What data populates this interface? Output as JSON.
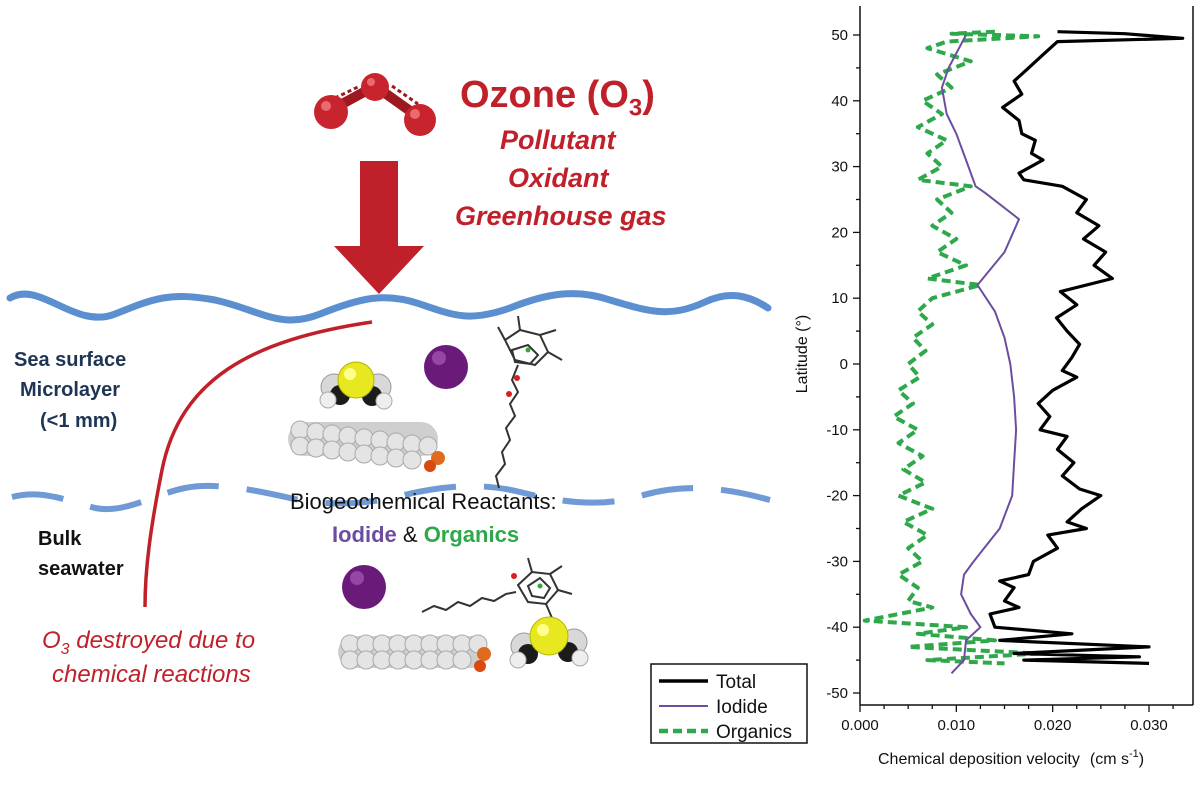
{
  "diagram": {
    "title_main": "Ozone (O",
    "title_sub": "3",
    "title_close": ")",
    "roles": [
      "Pollutant",
      "Oxidant",
      "Greenhouse gas"
    ],
    "microlayer_lines": [
      "Sea surface",
      "Microlayer",
      "(<1 mm)"
    ],
    "bulk_lines": [
      "Bulk",
      "seawater"
    ],
    "reactants_heading": "Biogeochemical Reactants:",
    "reactant_iodide": "Iodide",
    "reactant_amp": " & ",
    "reactant_organics": "Organics",
    "destroyed_pre": "O",
    "destroyed_sub": "3",
    "destroyed_line1": " destroyed due to",
    "destroyed_line2": "chemical reactions"
  },
  "colors": {
    "ozone_red": "#c0202a",
    "water_blue": "#5b8fd0",
    "iodide_purple": "#6b4ea0",
    "organics_green": "#2ea84a",
    "total_black": "#000000"
  },
  "chart_data": {
    "type": "line",
    "orientation": "vertical-profile",
    "xlabel": "Chemical deposition velocity",
    "xunit_base": "(cm s",
    "xunit_exp": "-1",
    "xunit_close": ")",
    "ylabel": "Latitude (°)",
    "xlim": [
      0.0,
      0.034
    ],
    "ylim": [
      -50,
      52
    ],
    "xticks": [
      0.0,
      0.01,
      0.02,
      0.03
    ],
    "xtick_labels": [
      "0.000",
      "0.010",
      "0.020",
      "0.030"
    ],
    "yticks": [
      -50,
      -40,
      -30,
      -20,
      -10,
      0,
      10,
      20,
      30,
      40,
      50
    ],
    "ytick_labels": [
      "-50",
      "-40",
      "-30",
      "-20",
      "-10",
      "0",
      "10",
      "20",
      "30",
      "40",
      "50"
    ],
    "legend_position": "bottom-left",
    "series": [
      {
        "name": "Total",
        "color": "#000000",
        "style": "solid",
        "points": [
          [
            0.0205,
            50.5
          ],
          [
            0.0275,
            50.2
          ],
          [
            0.0335,
            49.5
          ],
          [
            0.0205,
            49
          ],
          [
            0.019,
            47
          ],
          [
            0.0175,
            45
          ],
          [
            0.016,
            43
          ],
          [
            0.0168,
            41
          ],
          [
            0.0148,
            39
          ],
          [
            0.0165,
            37
          ],
          [
            0.0168,
            35
          ],
          [
            0.0182,
            34
          ],
          [
            0.0178,
            32
          ],
          [
            0.019,
            31
          ],
          [
            0.0165,
            29
          ],
          [
            0.017,
            28
          ],
          [
            0.021,
            27
          ],
          [
            0.0235,
            25
          ],
          [
            0.0225,
            23
          ],
          [
            0.0248,
            21
          ],
          [
            0.0232,
            19
          ],
          [
            0.0255,
            17
          ],
          [
            0.0243,
            15
          ],
          [
            0.0262,
            13
          ],
          [
            0.0208,
            11
          ],
          [
            0.0225,
            9
          ],
          [
            0.0204,
            7
          ],
          [
            0.0215,
            5
          ],
          [
            0.0228,
            3
          ],
          [
            0.022,
            1
          ],
          [
            0.021,
            -1
          ],
          [
            0.0225,
            -2
          ],
          [
            0.02,
            -4
          ],
          [
            0.0185,
            -6
          ],
          [
            0.0197,
            -8
          ],
          [
            0.0187,
            -10
          ],
          [
            0.0215,
            -11
          ],
          [
            0.0205,
            -13
          ],
          [
            0.0222,
            -15
          ],
          [
            0.021,
            -17
          ],
          [
            0.0228,
            -19
          ],
          [
            0.025,
            -20
          ],
          [
            0.023,
            -22
          ],
          [
            0.0215,
            -24
          ],
          [
            0.0235,
            -25
          ],
          [
            0.0195,
            -26
          ],
          [
            0.0205,
            -28
          ],
          [
            0.018,
            -30
          ],
          [
            0.0175,
            -32
          ],
          [
            0.0145,
            -33
          ],
          [
            0.016,
            -34
          ],
          [
            0.015,
            -36
          ],
          [
            0.0165,
            -37
          ],
          [
            0.0135,
            -38
          ],
          [
            0.014,
            -40
          ],
          [
            0.022,
            -41
          ],
          [
            0.0145,
            -42
          ],
          [
            0.03,
            -43
          ],
          [
            0.016,
            -44
          ],
          [
            0.029,
            -44.5
          ],
          [
            0.017,
            -45
          ],
          [
            0.03,
            -45.5
          ]
        ]
      },
      {
        "name": "Iodide",
        "color": "#6b4ea0",
        "style": "solid",
        "points": [
          [
            0.011,
            50
          ],
          [
            0.0092,
            45
          ],
          [
            0.0085,
            42
          ],
          [
            0.009,
            38
          ],
          [
            0.01,
            35
          ],
          [
            0.011,
            31
          ],
          [
            0.012,
            27
          ],
          [
            0.013,
            26
          ],
          [
            0.0165,
            22
          ],
          [
            0.015,
            17
          ],
          [
            0.0122,
            12
          ],
          [
            0.014,
            8
          ],
          [
            0.015,
            4
          ],
          [
            0.0156,
            0
          ],
          [
            0.016,
            -5
          ],
          [
            0.0162,
            -10
          ],
          [
            0.016,
            -15
          ],
          [
            0.0158,
            -20
          ],
          [
            0.0145,
            -25
          ],
          [
            0.0118,
            -30
          ],
          [
            0.0108,
            -32
          ],
          [
            0.0105,
            -35
          ],
          [
            0.0115,
            -38
          ],
          [
            0.0125,
            -40
          ],
          [
            0.011,
            -42
          ],
          [
            0.0108,
            -45
          ],
          [
            0.0095,
            -47
          ]
        ]
      },
      {
        "name": "Organics",
        "color": "#2ea84a",
        "style": "dashed",
        "points": [
          [
            0.014,
            50.5
          ],
          [
            0.0095,
            50.2
          ],
          [
            0.0185,
            49.8
          ],
          [
            0.009,
            49
          ],
          [
            0.007,
            48
          ],
          [
            0.0115,
            46
          ],
          [
            0.008,
            44
          ],
          [
            0.0095,
            42
          ],
          [
            0.0065,
            40
          ],
          [
            0.0085,
            38
          ],
          [
            0.006,
            36
          ],
          [
            0.009,
            34
          ],
          [
            0.007,
            32
          ],
          [
            0.0085,
            30
          ],
          [
            0.006,
            28
          ],
          [
            0.0115,
            27
          ],
          [
            0.008,
            25
          ],
          [
            0.0095,
            23
          ],
          [
            0.0075,
            21
          ],
          [
            0.01,
            19
          ],
          [
            0.008,
            17
          ],
          [
            0.011,
            15
          ],
          [
            0.007,
            13
          ],
          [
            0.0125,
            12
          ],
          [
            0.0075,
            10
          ],
          [
            0.006,
            8
          ],
          [
            0.0075,
            6
          ],
          [
            0.0055,
            4
          ],
          [
            0.0068,
            2
          ],
          [
            0.005,
            0
          ],
          [
            0.0062,
            -2
          ],
          [
            0.004,
            -4
          ],
          [
            0.0055,
            -6
          ],
          [
            0.0035,
            -8
          ],
          [
            0.006,
            -10
          ],
          [
            0.004,
            -12
          ],
          [
            0.0065,
            -14
          ],
          [
            0.0045,
            -16
          ],
          [
            0.0068,
            -18
          ],
          [
            0.004,
            -20
          ],
          [
            0.0075,
            -22
          ],
          [
            0.0045,
            -24
          ],
          [
            0.007,
            -26
          ],
          [
            0.005,
            -28
          ],
          [
            0.0065,
            -30
          ],
          [
            0.004,
            -32
          ],
          [
            0.006,
            -34
          ],
          [
            0.005,
            -36
          ],
          [
            0.0075,
            -37
          ],
          [
            0.0005,
            -39
          ],
          [
            0.011,
            -40
          ],
          [
            0.006,
            -41
          ],
          [
            0.014,
            -42
          ],
          [
            0.005,
            -43
          ],
          [
            0.0185,
            -44
          ],
          [
            0.007,
            -45
          ],
          [
            0.015,
            -45.5
          ]
        ]
      }
    ]
  }
}
